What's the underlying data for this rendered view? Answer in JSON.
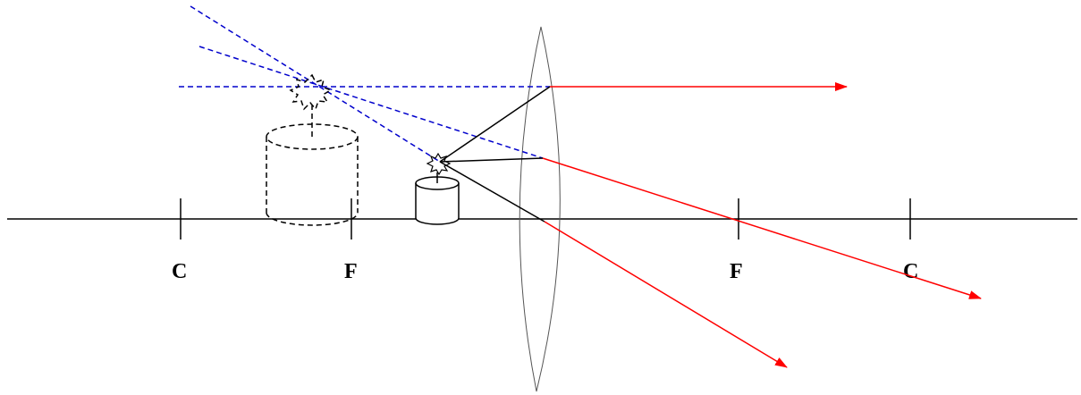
{
  "diagram": {
    "labels": {
      "c_left": "C",
      "f_left": "F",
      "f_right": "F",
      "c_right": "C"
    },
    "colors": {
      "axis": "#000000",
      "real_ray": "#000000",
      "refracted_ray": "#ff0000",
      "virtual_ray": "#0000cc",
      "lens": "#555555",
      "object": "#000000",
      "image": "#000000"
    }
  }
}
